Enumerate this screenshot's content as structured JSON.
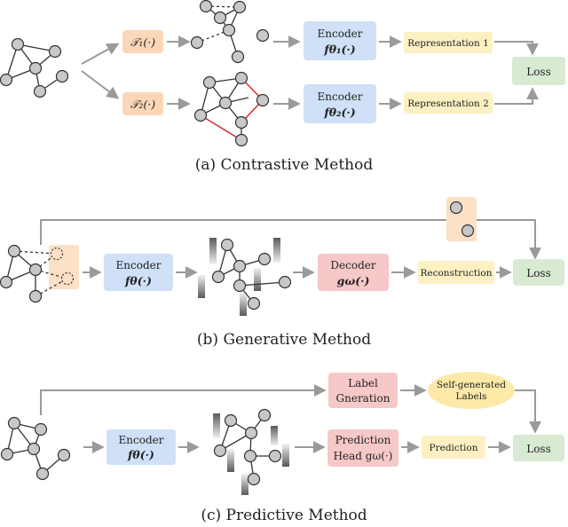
{
  "contrastive": {
    "t1": "𝒯₁(·)",
    "t2": "𝒯₂(·)",
    "encoder1_title": "Encoder",
    "encoder1_func": "fθ₁(·)",
    "encoder2_title": "Encoder",
    "encoder2_func": "fθ₂(·)",
    "rep1": "Representation 1",
    "rep2": "Representation 2",
    "loss": "Loss",
    "caption": "(a)  Contrastive Method"
  },
  "generative": {
    "encoder_title": "Encoder",
    "encoder_func": "fθ(·)",
    "decoder_title": "Decoder",
    "decoder_func": "gω(·)",
    "reconstruction": "Reconstruction",
    "loss": "Loss",
    "caption": "(b)  Generative Method"
  },
  "predictive": {
    "label_gen_line1": "Label",
    "label_gen_line2": "Gneration",
    "self_labels_line1": "Self-generated",
    "self_labels_line2": "Labels",
    "encoder_title": "Encoder",
    "encoder_func": "fθ(·)",
    "pred_head_line1": "Prediction",
    "pred_head_line2": "Head gω(·)",
    "prediction": "Prediction",
    "loss": "Loss",
    "caption": "(c)  Predictive Method"
  },
  "colors": {
    "augment": "#fbd7b8",
    "encoder": "#cfe0f7",
    "representation": "#fdf1c4",
    "loss": "#d9ead3",
    "decoder": "#f6c8c8",
    "masked": "#fce1c6",
    "label_gen": "#f6c8c8",
    "self_labels": "#fde9a8",
    "red_edge": "#d62b2b"
  }
}
